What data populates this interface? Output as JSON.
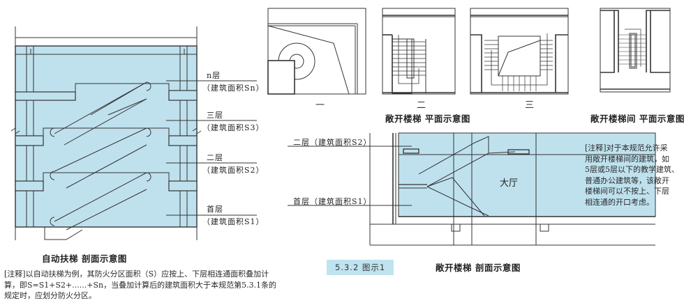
{
  "colors": {
    "blue_fill": "#bfe1ee",
    "line": "#333333",
    "badge_bg": "#bfe3ef"
  },
  "escalator_section": {
    "caption": "自动扶梯 剖面示意图",
    "floors": [
      {
        "name": "n层",
        "area": "（建筑面积Sn）"
      },
      {
        "name": "三层",
        "area": "（建筑面积S3）"
      },
      {
        "name": "二层",
        "area": "（建筑面积S2）"
      },
      {
        "name": "首层",
        "area": "（建筑面积S1）"
      }
    ],
    "note_lines": [
      "[注释]以自动扶梯为例，其防火分区面积（S）应按上、下层相连通面积叠加计",
      "算，即S=S1+S2+......+Sn，当叠加计算后的建筑面积大于本规范第5.3.1条的",
      "规定时，应划分防火分区。"
    ]
  },
  "open_stair_plan": {
    "caption": "敞开楼梯 平面示意图",
    "labels": [
      "一",
      "二",
      "三"
    ]
  },
  "open_stairwell_plan": {
    "caption": "敞开楼梯间 平面示意图",
    "note_lines": [
      "[注释]对于本规范允许采",
      "用敞开楼梯间的建筑，如",
      "5层或5层以下的教学建筑、",
      "普通办公建筑等，该敞开",
      "楼梯间可以不按上、下层",
      "相连通的开口考虑。"
    ]
  },
  "open_stair_section": {
    "caption": "敞开楼梯 剖面示意图",
    "floors": [
      {
        "label": "二层（建筑面积S2）"
      },
      {
        "label": "首层（建筑面积S1）"
      }
    ],
    "hall_label": "大厅"
  },
  "figure_badge": "5.3.2 图示1"
}
